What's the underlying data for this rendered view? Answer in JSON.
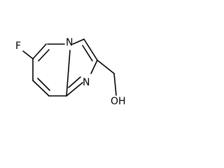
{
  "molecule": {
    "atoms": {
      "fluorine": "F",
      "bridgehead_nitrogen": "N",
      "imidazole_nitrogen": "N",
      "hydroxyl": "OH"
    }
  },
  "colors": {
    "bond": "#000000",
    "label": "#000000",
    "background": "#ffffff"
  }
}
